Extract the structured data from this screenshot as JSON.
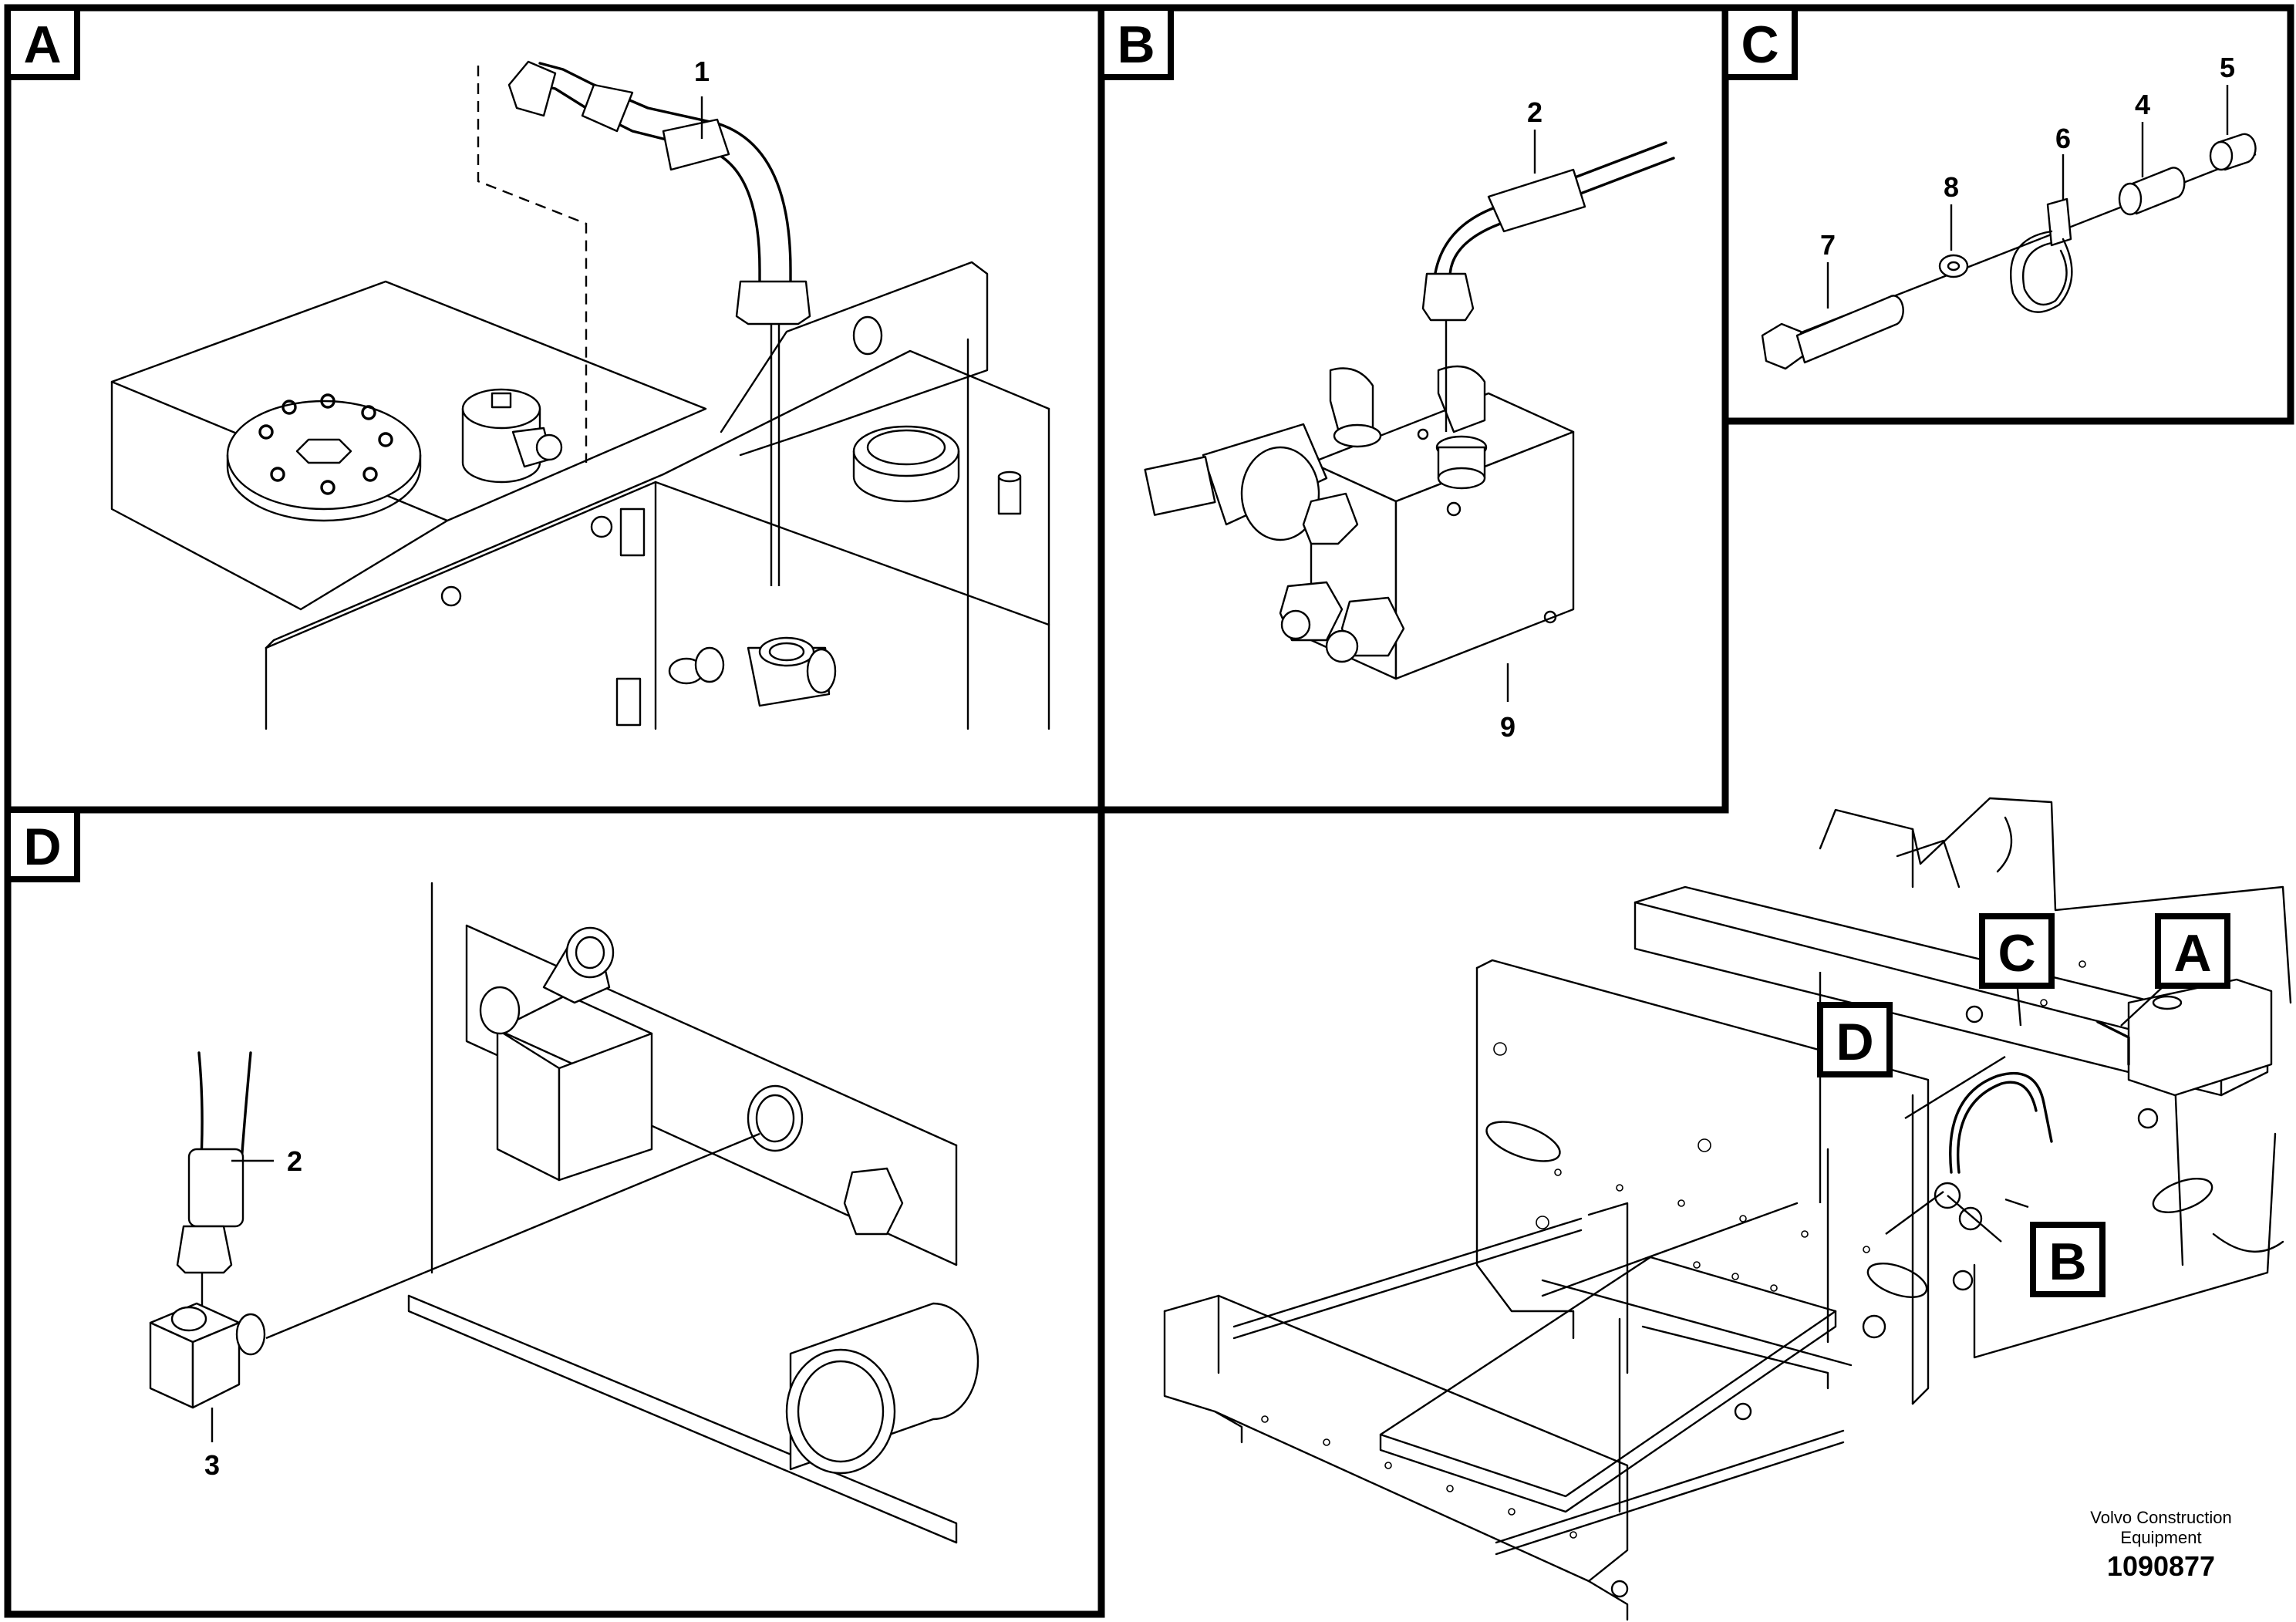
{
  "panels": {
    "a": {
      "label": "A",
      "callouts": [
        "1"
      ]
    },
    "b": {
      "label": "B",
      "callouts": [
        "2",
        "9"
      ]
    },
    "c": {
      "label": "C",
      "callouts": [
        "5",
        "4",
        "6",
        "8",
        "7"
      ]
    },
    "d": {
      "label": "D",
      "callouts": [
        "2",
        "3"
      ]
    }
  },
  "overview": {
    "tags": [
      "A",
      "B",
      "C",
      "D"
    ]
  },
  "footer": {
    "company_line1": "Volvo Construction",
    "company_line2": "Equipment",
    "doc_number": "1090877"
  }
}
